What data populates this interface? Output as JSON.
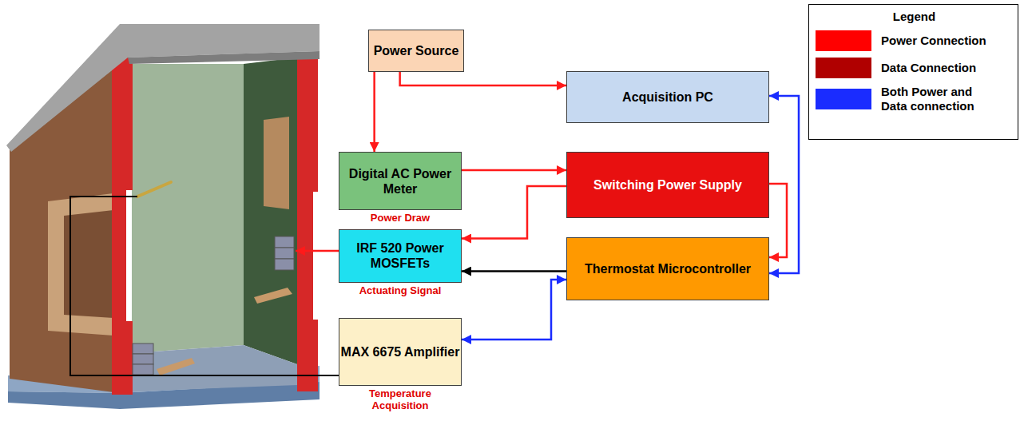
{
  "diagram": {
    "nodes": [
      {
        "text": [
          "Power Source"
        ]
      },
      {
        "text": [
          "Acquisition PC"
        ]
      },
      {
        "text": [
          "Digital AC Power Meter",
          "Power Draw"
        ]
      },
      {
        "text": [
          "Switching Power Supply"
        ]
      },
      {
        "text": [
          "IRF 520 Power MOSFETs",
          "Actuating Signal"
        ]
      },
      {
        "text": [
          "Thermostat Microcontroller"
        ]
      },
      {
        "text": [
          "MAX 6675 Amplifier",
          "Temperature Acquisition"
        ]
      }
    ],
    "edges": [
      {
        "from": 0,
        "to": 2,
        "arrow": "to"
      },
      {
        "from": 0,
        "to": 1,
        "arrow": "to"
      },
      {
        "from": 2,
        "to": 3,
        "arrow": "to"
      },
      {
        "from": 3,
        "to": 4,
        "arrow": "to"
      },
      {
        "from": 3,
        "to": 5,
        "arrow": "to"
      },
      {
        "from": 1,
        "to": 5,
        "arrow": "both"
      },
      {
        "from": 5,
        "to": 4,
        "arrow": "to"
      },
      {
        "from": 6,
        "to": 5,
        "arrow": "both"
      }
    ],
    "labels": [
      "Legend"
    ],
    "legend": [
      {
        "text": "Power Connection",
        "color": "#ff0000"
      },
      {
        "text": "Data Connection",
        "color": "#b00000"
      },
      {
        "text": "Both Power and Data connection",
        "color": "#1a2cff"
      }
    ]
  }
}
